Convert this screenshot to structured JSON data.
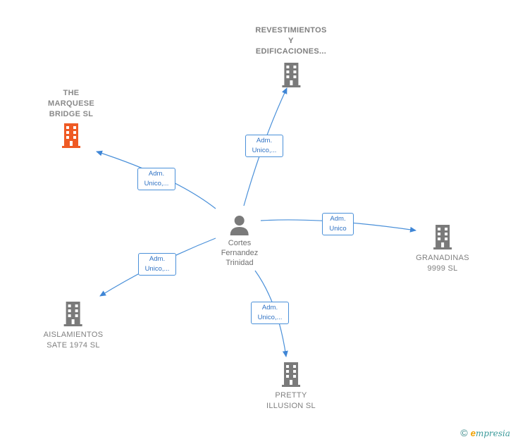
{
  "center": {
    "name": "Cortes\nFernandez\nTrinidad",
    "icon": "person-icon"
  },
  "companies": [
    {
      "id": "revestimientos",
      "name": "REVESTIMIENTOS\nY\nEDIFICACIONES...",
      "role": "Adm.\nUnico,...",
      "color": "#7a7a7a",
      "icon": "building-icon"
    },
    {
      "id": "marquese",
      "name": "THE\nMARQUESE\nBRIDGE SL",
      "role": "Adm.\nUnico,...",
      "color": "#ef5a24",
      "icon": "building-icon"
    },
    {
      "id": "granadinas",
      "name": "GRANADINAS\n9999 SL",
      "role": "Adm.\nUnico",
      "color": "#7a7a7a",
      "icon": "building-icon"
    },
    {
      "id": "aislamientos",
      "name": "AISLAMIENTOS\nSATE 1974 SL",
      "role": "Adm.\nUnico,...",
      "color": "#7a7a7a",
      "icon": "building-icon"
    },
    {
      "id": "pretty",
      "name": "PRETTY\nILLUSION SL",
      "role": "Adm.\nUnico,...",
      "color": "#7a7a7a",
      "icon": "building-icon"
    }
  ],
  "footer": {
    "copyright": "©",
    "brand_initial": "e",
    "brand_rest": "mpresia"
  },
  "edge_color": "#4a90d9"
}
